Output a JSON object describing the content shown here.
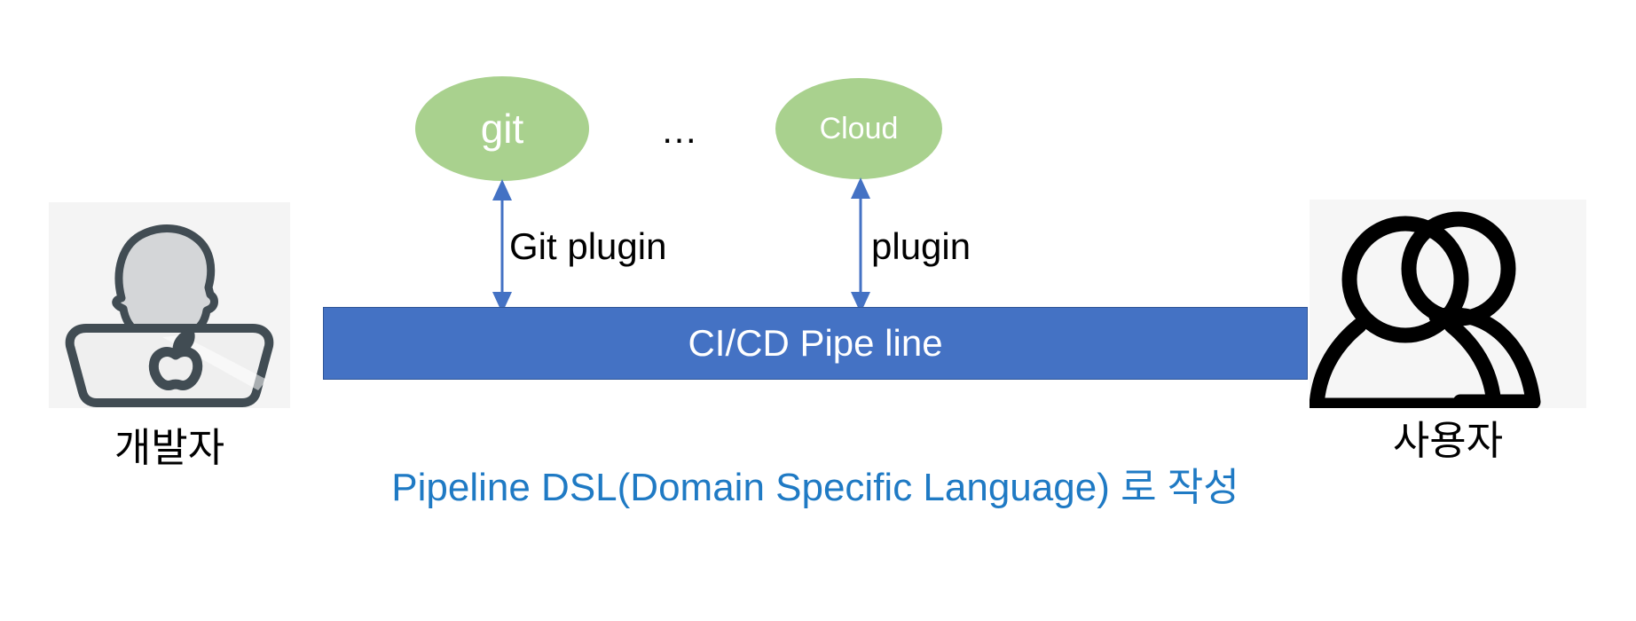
{
  "diagram": {
    "title": "CI/CD Pipeline diagram",
    "background_color": "#ffffff",
    "actors": {
      "developer": {
        "label": "개발자",
        "icon": "developer-at-laptop-icon",
        "icon_bg": "#f4f4f4"
      },
      "user": {
        "label": "사용자",
        "icon": "two-users-icon",
        "icon_bg": "#f6f6f6"
      }
    },
    "nodes": [
      {
        "id": "git",
        "label": "git",
        "shape": "ellipse",
        "color": "#a9d18e",
        "text_color": "#ffffff"
      },
      {
        "id": "cloud",
        "label": "Cloud",
        "shape": "ellipse",
        "color": "#a9d18e",
        "text_color": "#ffffff"
      }
    ],
    "ellipsis": "…",
    "connectors": [
      {
        "id": "git-connector",
        "label": "Git plugin",
        "color": "#4472c4",
        "style": "double-headed-arrow",
        "from": "cicd-bar",
        "to": "git"
      },
      {
        "id": "cloud-connector",
        "label": "plugin",
        "color": "#4472c4",
        "style": "double-headed-arrow",
        "from": "cicd-bar",
        "to": "cloud"
      }
    ],
    "pipeline_bar": {
      "label": "CI/CD Pipe line",
      "fill": "#4472c4",
      "stroke": "#2f5597",
      "text_color": "#ffffff"
    },
    "caption": {
      "text": "Pipeline DSL(Domain Specific Language) 로 작성",
      "color": "#1f7ac4"
    }
  }
}
